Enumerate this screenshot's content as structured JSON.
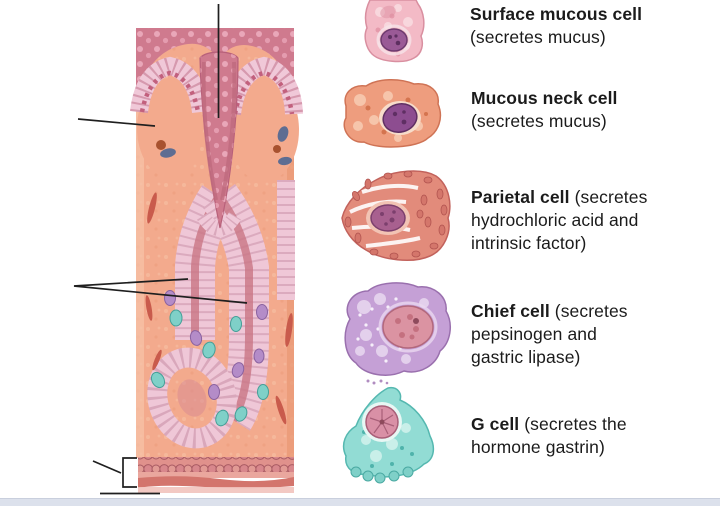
{
  "page": {
    "background_color": "#ffffff",
    "bottom_bar_color": "#dce1ec"
  },
  "figure": {
    "name": "Gastric gland tissue column illustration",
    "colors": {
      "lamina_propria": "#f3aa8d",
      "surface_epithelium": "#cf7a8e",
      "gland_cell_lining": "#efc7d7",
      "muscularis_mucosae": "#d3756d",
      "pointer_line": "#1f1f1f"
    }
  },
  "cells": [
    {
      "name": "Surface mucous cell",
      "description": "(secretes mucus)",
      "body_color": "#f3bac6",
      "nucleus_color": "#9a5a96"
    },
    {
      "name": "Mucous neck cell",
      "description": "(secretes mucus)",
      "body_color": "#ee9d7e",
      "nucleus_color": "#8d4d90"
    },
    {
      "name": "Parietal cell",
      "description": "(secretes\nhydrochloric acid and\nintrinsic factor)",
      "body_color": "#e28b7b",
      "nucleus_color": "#a8608f"
    },
    {
      "name": "Chief cell",
      "description": "(secretes\npepsinogen and\ngastric lipase)",
      "body_color": "#c5a0d6",
      "nucleus_color": "#db93a2"
    },
    {
      "name": "G cell",
      "description": "(secretes the\nhormone gastrin)",
      "body_color": "#92dcd4",
      "nucleus_color": "#d990a6"
    }
  ]
}
